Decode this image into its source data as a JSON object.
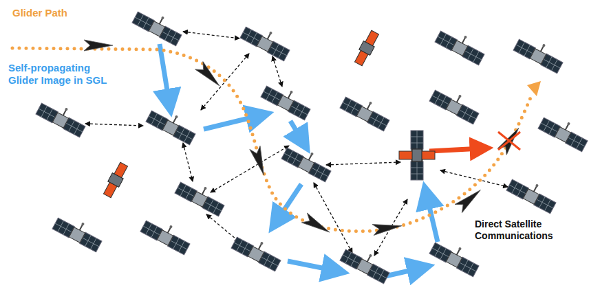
{
  "diagram": {
    "labels": [
      "Glider Path",
      "Self-propagating Glider Image in SGL",
      "Direct Satellite Communications"
    ]
  }
}
